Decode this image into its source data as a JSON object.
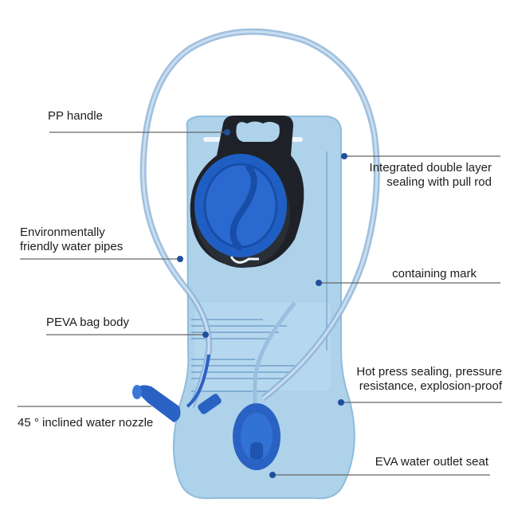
{
  "labels": {
    "pp_handle": "PP handle",
    "integrated_line1": "Integrated double layer",
    "integrated_line2": "sealing with pull rod",
    "pipes_line1": "Environmentally",
    "pipes_line2": "friendly water pipes",
    "containing_mark": "containing mark",
    "peva": "PEVA bag body",
    "hot_press_line1": "Hot press sealing, pressure",
    "hot_press_line2": "resistance, explosion-proof",
    "nozzle": "45 ° inclined water nozzle",
    "outlet_seat": "EVA water outlet seat"
  },
  "colors": {
    "bag": "#a9cfe8",
    "cap": "#1f5fc4",
    "handle": "#1e2228",
    "tube": "#8fb4d8",
    "dot": "#1f4f9a",
    "leader": "#666666"
  }
}
